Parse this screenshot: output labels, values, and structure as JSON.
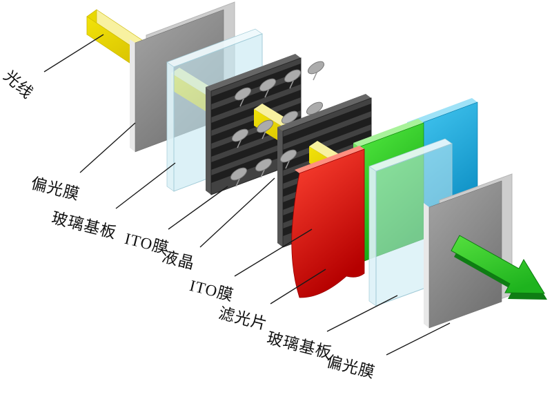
{
  "diagram": {
    "type": "lcd-exploded-structure-diagram",
    "labels": {
      "light_ray": "光线",
      "polarizer_front": "偏光膜",
      "glass_front": "玻璃基板",
      "ito_front": "ITO膜",
      "liquid_crystal": "液晶",
      "ito_rear": "ITO膜",
      "color_filter": "滤光片",
      "glass_rear": "玻璃基板",
      "polarizer_rear": "偏光膜"
    },
    "colors": {
      "background": "#ffffff",
      "beam_yellow_light": "#f8f1a0",
      "beam_yellow": "#f2e30a",
      "beam_yellow_dark": "#d8c200",
      "beam_cap": "#e8d800",
      "polarizer_light": "#a6a6a6",
      "polarizer_dark": "#747474",
      "polarizer_backsheet": "#cdcdcd",
      "glass": "#c6e9f2",
      "glass_edge": "#eef9fc",
      "ito_face": "#424242",
      "ito_slat": "#1e1e1e",
      "lc_molecule": "#ababab",
      "filter_red_light": "#ff4433",
      "filter_red_dark": "#b50000",
      "filter_green_light": "#52ea40",
      "filter_green_dark": "#14a312",
      "filter_blue_light": "#45c8f2",
      "filter_blue_dark": "#0d8fc4",
      "arrow_green_light": "#55e03e",
      "arrow_green_dark": "#1eb31e",
      "leader_line": "#1a1a1a",
      "text": "#111111"
    }
  }
}
